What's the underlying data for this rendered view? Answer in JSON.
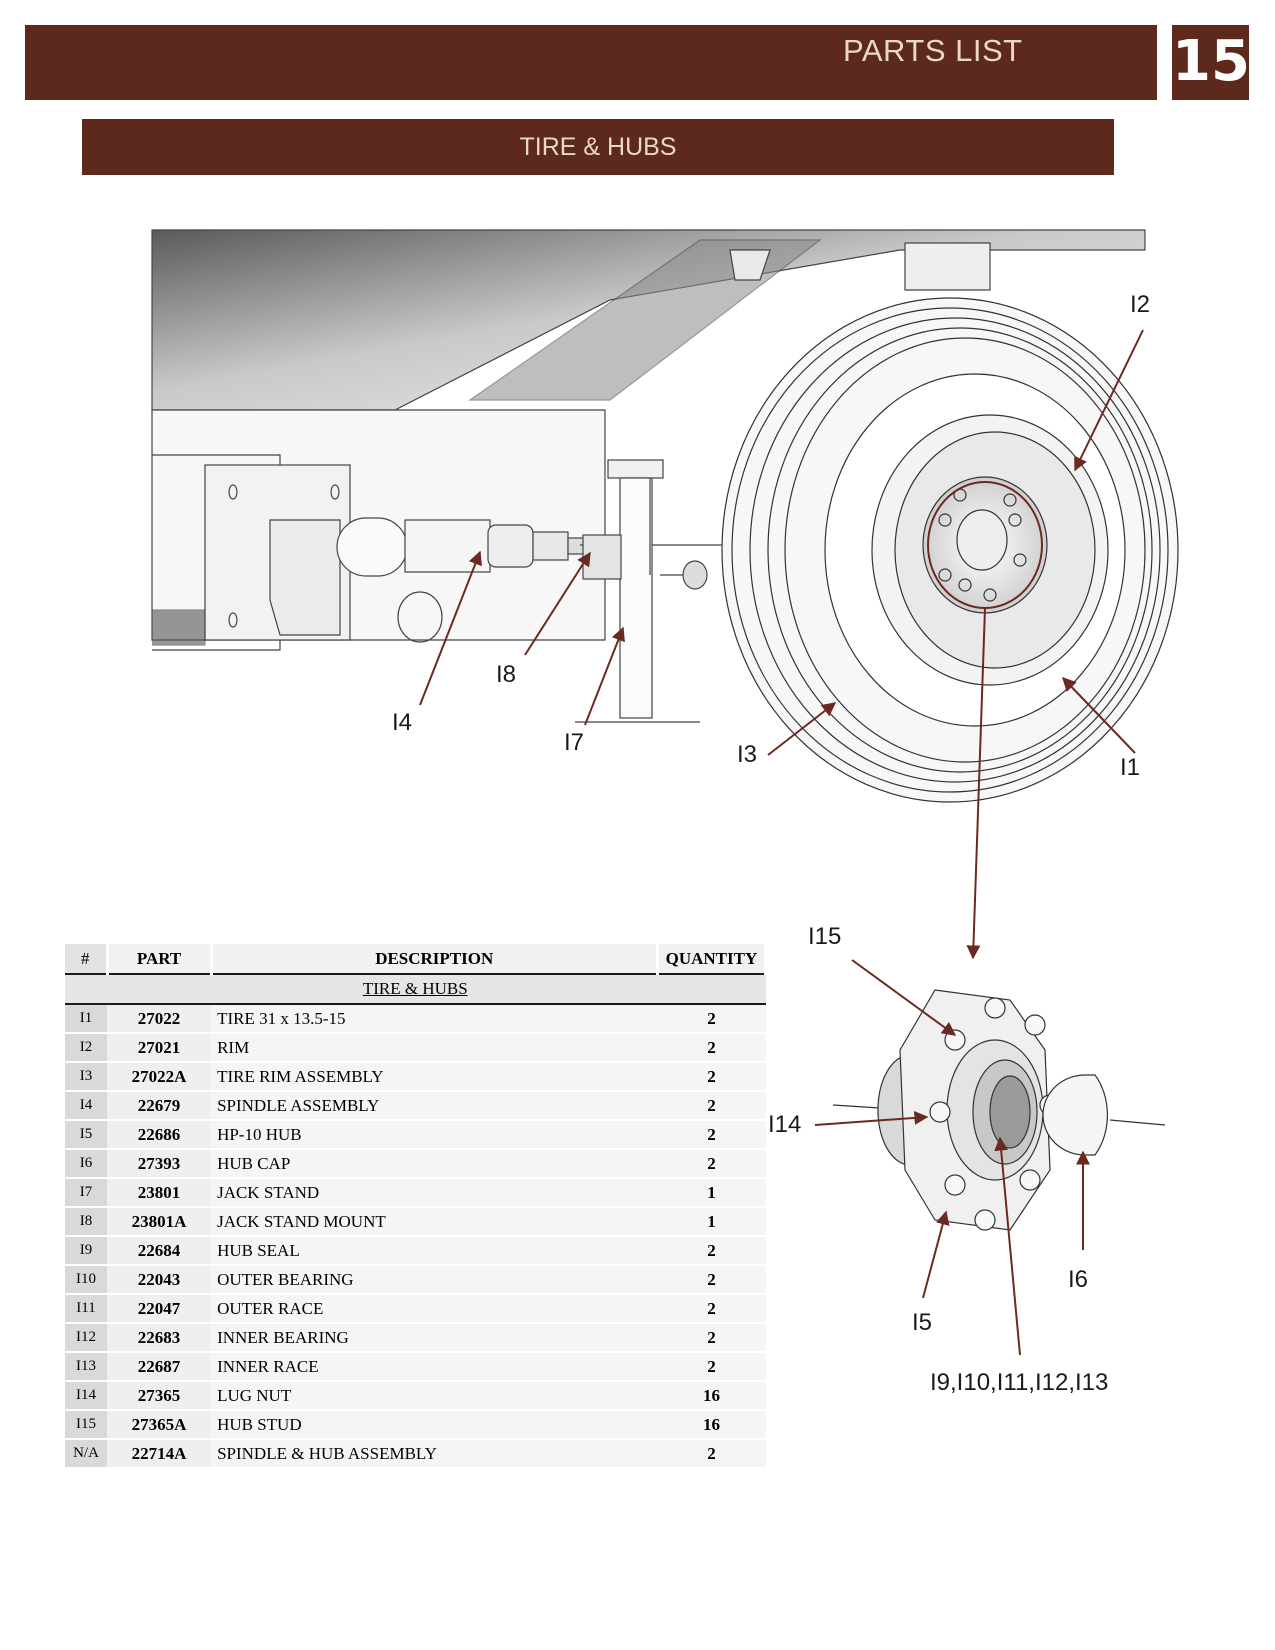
{
  "header": {
    "title": "PARTS LIST",
    "page_number": "15"
  },
  "section": {
    "title": "TIRE & HUBS"
  },
  "callouts": {
    "i1": "I1",
    "i2": "I2",
    "i3": "I3",
    "i4": "I4",
    "i5": "I5",
    "i6": "I6",
    "i7": "I7",
    "i8": "I8",
    "i14": "I14",
    "i15": "I15",
    "i9_13": "I9,I10,I11,I12,I13"
  },
  "table": {
    "headers": {
      "num": "#",
      "part": "PART",
      "description": "DESCRIPTION",
      "quantity": "QUANTITY"
    },
    "subheader": "TIRE & HUBS",
    "rows": [
      {
        "num": "I1",
        "part": "27022",
        "description": "TIRE 31 x 13.5-15",
        "qty": "2"
      },
      {
        "num": "I2",
        "part": "27021",
        "description": "RIM",
        "qty": "2"
      },
      {
        "num": "I3",
        "part": "27022A",
        "description": "TIRE RIM ASSEMBLY",
        "qty": "2"
      },
      {
        "num": "I4",
        "part": "22679",
        "description": "SPINDLE ASSEMBLY",
        "qty": "2"
      },
      {
        "num": "I5",
        "part": "22686",
        "description": "HP-10 HUB",
        "qty": "2"
      },
      {
        "num": "I6",
        "part": "27393",
        "description": "HUB CAP",
        "qty": "2"
      },
      {
        "num": "I7",
        "part": "23801",
        "description": "JACK STAND",
        "qty": "1"
      },
      {
        "num": "I8",
        "part": "23801A",
        "description": "JACK STAND MOUNT",
        "qty": "1"
      },
      {
        "num": "I9",
        "part": "22684",
        "description": "HUB SEAL",
        "qty": "2"
      },
      {
        "num": "I10",
        "part": "22043",
        "description": "OUTER BEARING",
        "qty": "2"
      },
      {
        "num": "I11",
        "part": "22047",
        "description": "OUTER RACE",
        "qty": "2"
      },
      {
        "num": "I12",
        "part": "22683",
        "description": "INNER BEARING",
        "qty": "2"
      },
      {
        "num": "I13",
        "part": "22687",
        "description": "INNER RACE",
        "qty": "2"
      },
      {
        "num": "I14",
        "part": "27365",
        "description": "LUG NUT",
        "qty": "16"
      },
      {
        "num": "I15",
        "part": "27365A",
        "description": "HUB STUD",
        "qty": "16"
      },
      {
        "num": "N/A",
        "part": "22714A",
        "description": "SPINDLE & HUB ASSEMBLY",
        "qty": "2"
      }
    ]
  },
  "colors": {
    "brand": "#5c291c",
    "header_text": "#ead8c6",
    "leader_line": "#6b2a1f"
  }
}
